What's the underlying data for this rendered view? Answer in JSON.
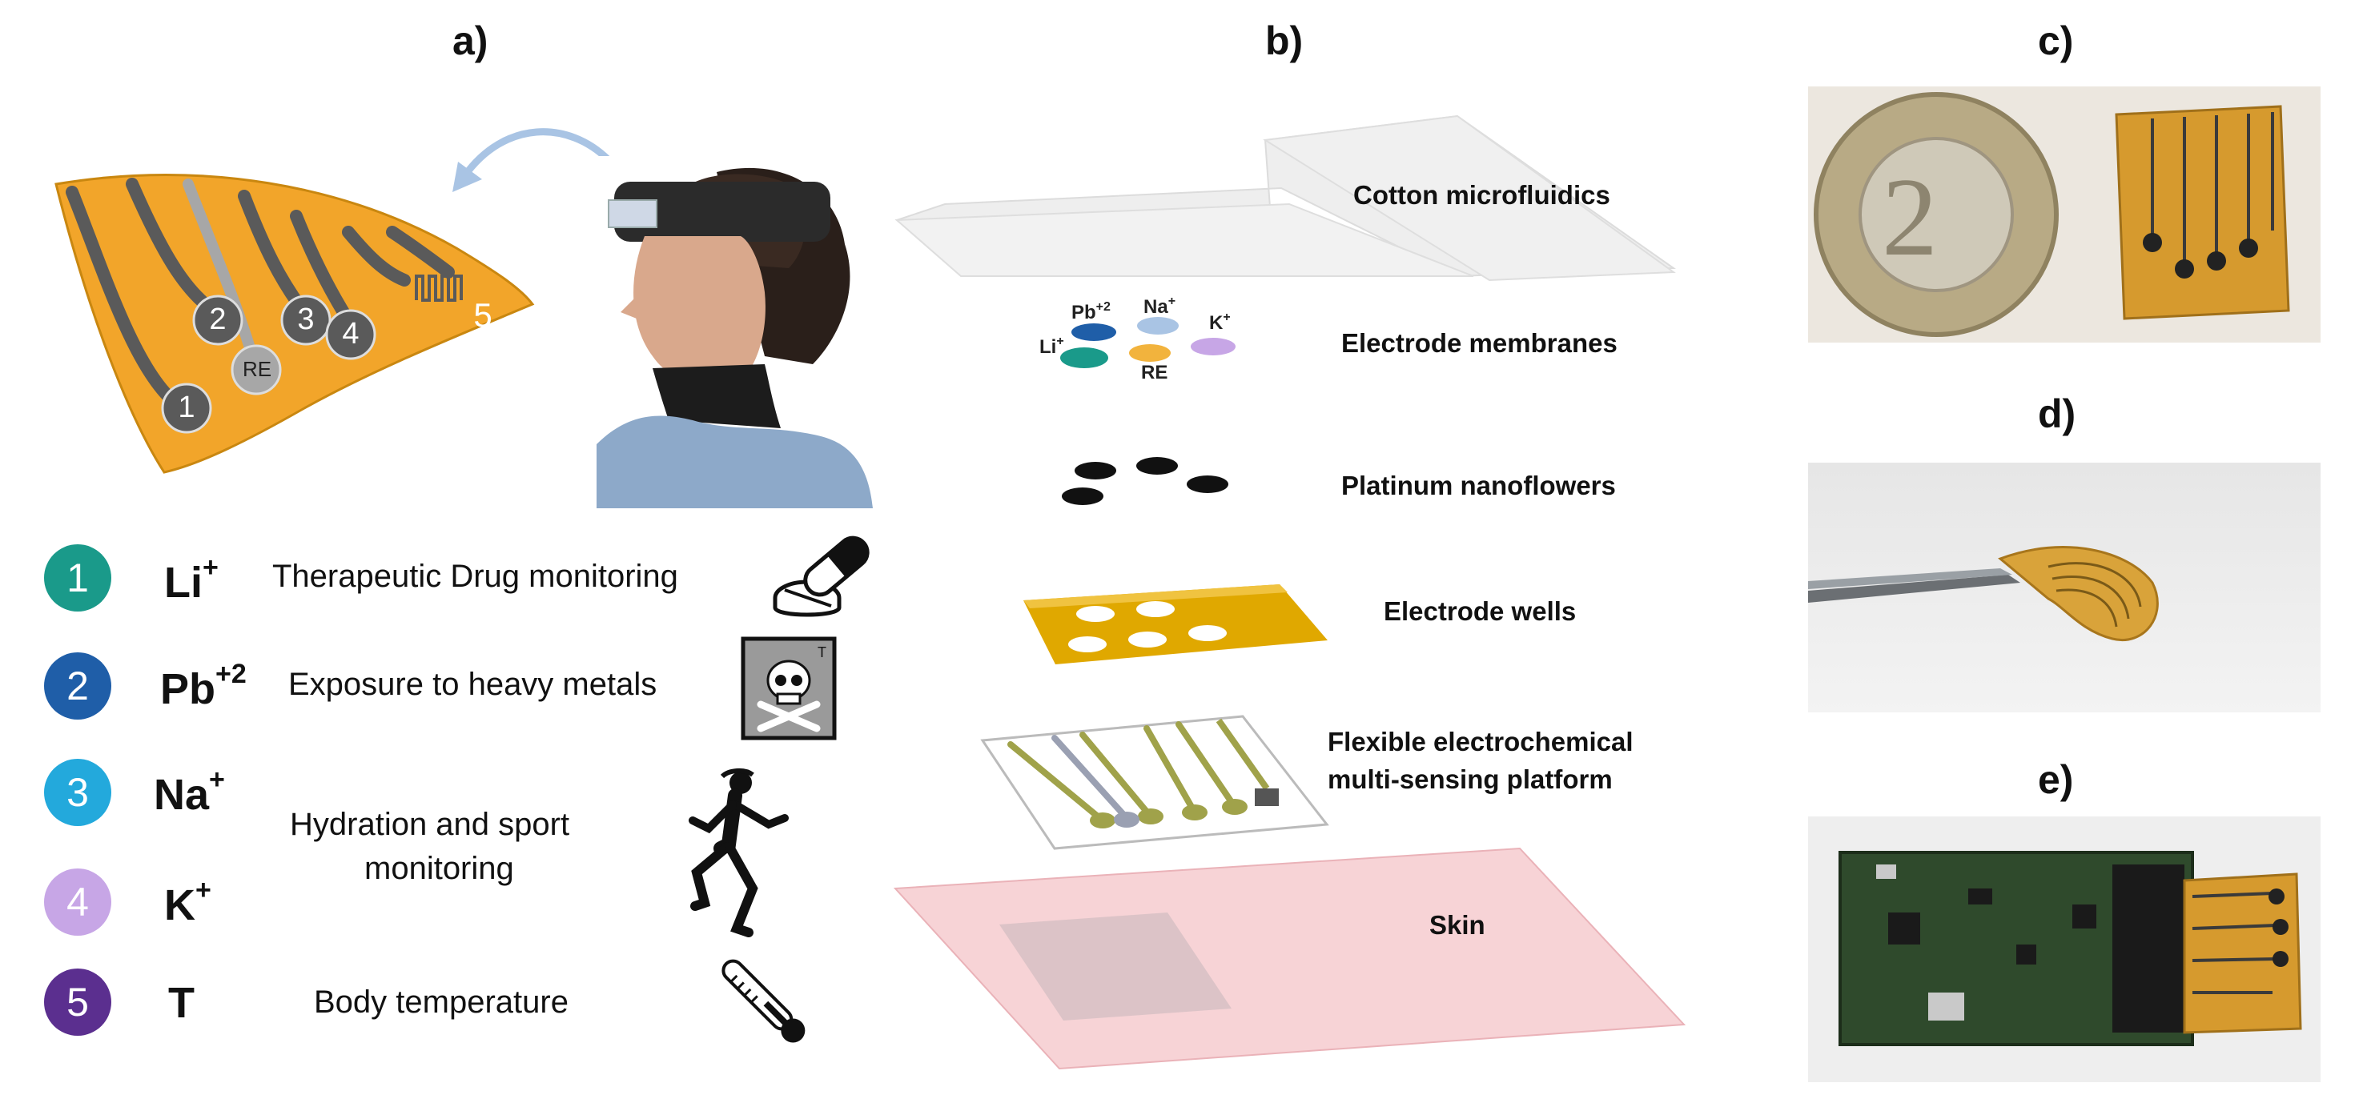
{
  "panels": {
    "a": "a)",
    "b": "b)",
    "c": "c)",
    "d": "d)",
    "e": "e)"
  },
  "sensor_patch": {
    "electrode_numbers": [
      "1",
      "2",
      "3",
      "4",
      "5"
    ],
    "reference_label": "RE"
  },
  "analytes": [
    {
      "number": "1",
      "ion": "Li",
      "charge": "+",
      "description": "Therapeutic Drug monitoring",
      "color": "#1a9a8a",
      "icon": "pill-icon"
    },
    {
      "number": "2",
      "ion": "Pb",
      "charge": "+2",
      "description": "Exposure to heavy metals",
      "color": "#1f5ea8",
      "icon": "skull-crossbones-icon"
    },
    {
      "number": "3",
      "ion": "Na",
      "charge": "+",
      "description": "",
      "color": "#23a9dc",
      "icon": ""
    },
    {
      "number": "4",
      "ion": "K",
      "charge": "+",
      "description": "",
      "color": "#c7a6e6",
      "icon": ""
    },
    {
      "number": "5",
      "ion": "T",
      "charge": "",
      "description": "Body temperature",
      "color": "#5b2f8f",
      "icon": "thermometer-icon"
    }
  ],
  "hydration": {
    "description_line1": "Hydration and sport",
    "description_line2": "monitoring",
    "icon": "runner-icon"
  },
  "layers": {
    "cotton": "Cotton microfluidics",
    "membranes": "Electrode membranes",
    "nanoflowers": "Platinum nanoflowers",
    "wells": "Electrode wells",
    "platform_line1": "Flexible electrochemical",
    "platform_line2": "multi-sensing platform",
    "skin": "Skin"
  },
  "membrane_labels": {
    "pb": "Pb",
    "pb_charge": "+2",
    "na": "Na",
    "na_charge": "+",
    "k": "K",
    "k_charge": "+",
    "li": "Li",
    "li_charge": "+",
    "re": "RE"
  },
  "colors": {
    "patch_orange": "#f2a52a",
    "electrode_gray": "#5a5a5a",
    "skin_pink": "#f7d3d6",
    "gold": "#e0a800"
  }
}
